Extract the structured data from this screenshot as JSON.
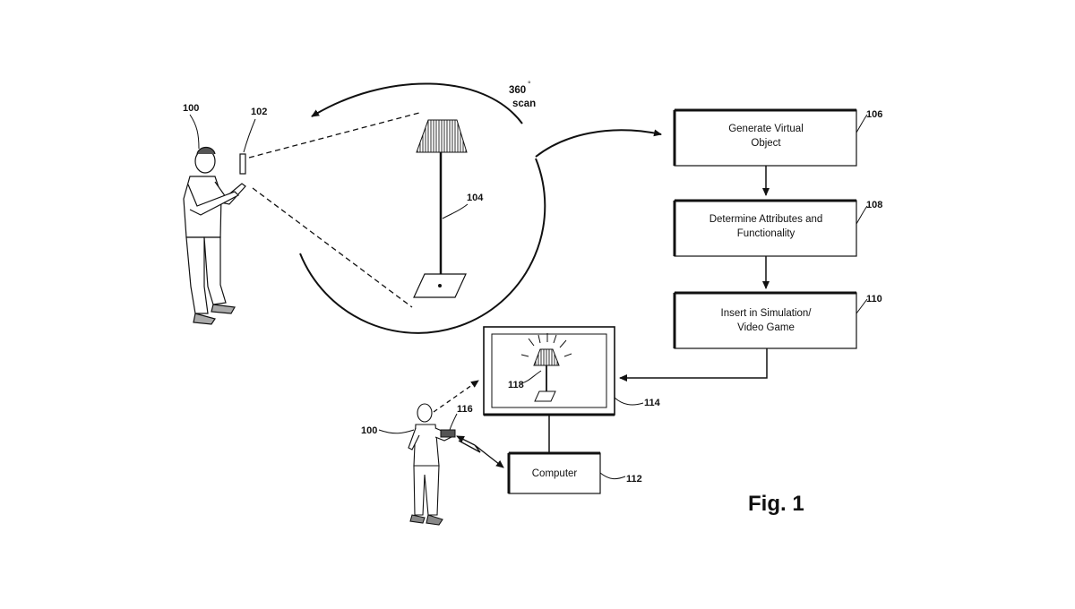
{
  "figure": {
    "label": "Fig. 1",
    "scan_label": {
      "degrees": "360",
      "degree_sign": "°",
      "word": "scan"
    },
    "refs": {
      "user_top": "100",
      "device_top": "102",
      "lamp": "104",
      "box_generate": "106",
      "box_determine": "108",
      "box_insert": "110",
      "computer": "112",
      "display": "114",
      "controller": "116",
      "virtual_lamp": "118",
      "user_bottom": "100"
    },
    "boxes": {
      "generate": [
        "Generate Virtual",
        "Object"
      ],
      "determine": [
        "Determine Attributes and",
        "Functionality"
      ],
      "insert": [
        "Insert in Simulation/",
        "Video Game"
      ],
      "computer": "Computer"
    }
  }
}
